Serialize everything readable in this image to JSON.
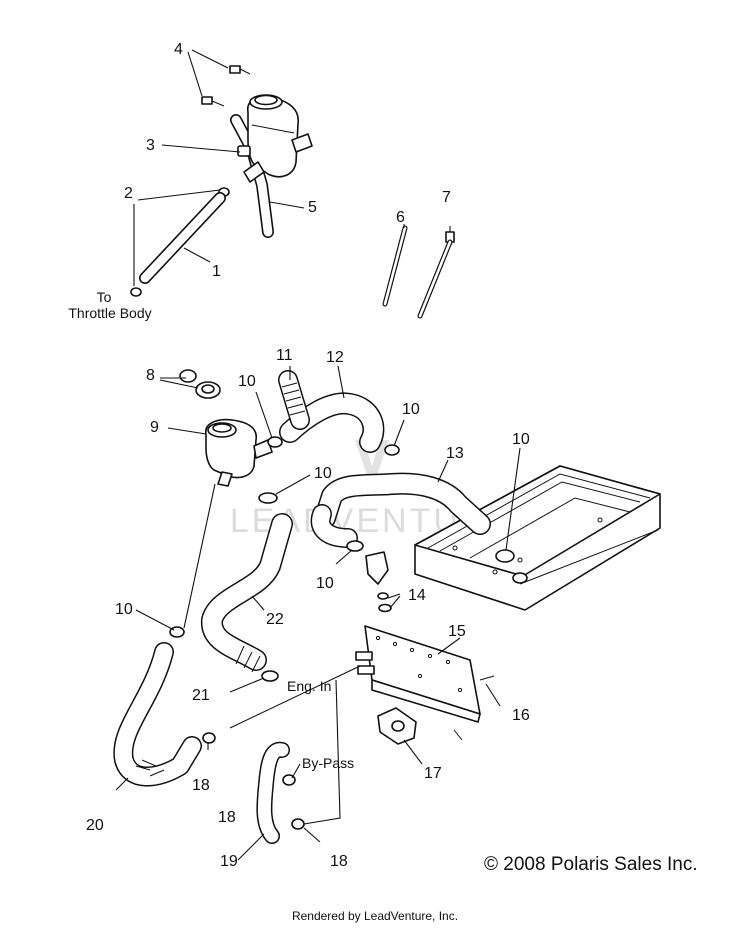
{
  "diagram": {
    "callouts": {
      "c1": "1",
      "c2": "2",
      "c3": "3",
      "c4": "4",
      "c5": "5",
      "c6": "6",
      "c7": "7",
      "c8": "8",
      "c9": "9",
      "c10a": "10",
      "c10b": "10",
      "c10c": "10",
      "c10d": "10",
      "c10e": "10",
      "c10f": "10",
      "c11": "11",
      "c12": "12",
      "c13": "13",
      "c14": "14",
      "c15": "15",
      "c16": "16",
      "c17": "17",
      "c18a": "18",
      "c18b": "18",
      "c18c": "18",
      "c19": "19",
      "c20": "20",
      "c21": "21",
      "c22": "22"
    },
    "labels": {
      "to": "To",
      "throttle_body": "Throttle Body",
      "eng_in": "Eng. In",
      "by_pass": "By-Pass"
    },
    "watermark": "LEADVENTURE",
    "copyright": "© 2008 Polaris Sales Inc.",
    "footer": "Rendered by LeadVenture, Inc."
  }
}
